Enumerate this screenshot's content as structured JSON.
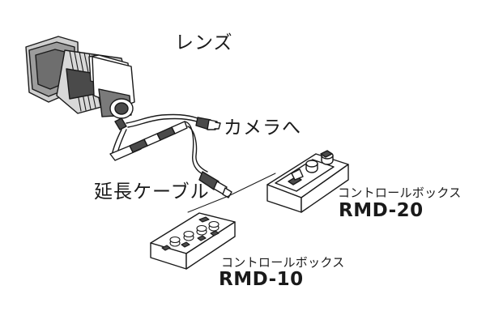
{
  "labels": {
    "lens": "レンズ",
    "to_camera": "カメラへ",
    "extension_cable": "延長ケーブル",
    "control_box_upper": "コントロールボックス",
    "model_upper": "RMD-20",
    "control_box_lower": "コントロールボックス",
    "model_lower": "RMD-10"
  },
  "colors": {
    "line": "#1a1a1a",
    "lens_body_dark": "#3a3a3a",
    "lens_body_light": "#b5b5b5",
    "box_face": "#ffffff"
  }
}
